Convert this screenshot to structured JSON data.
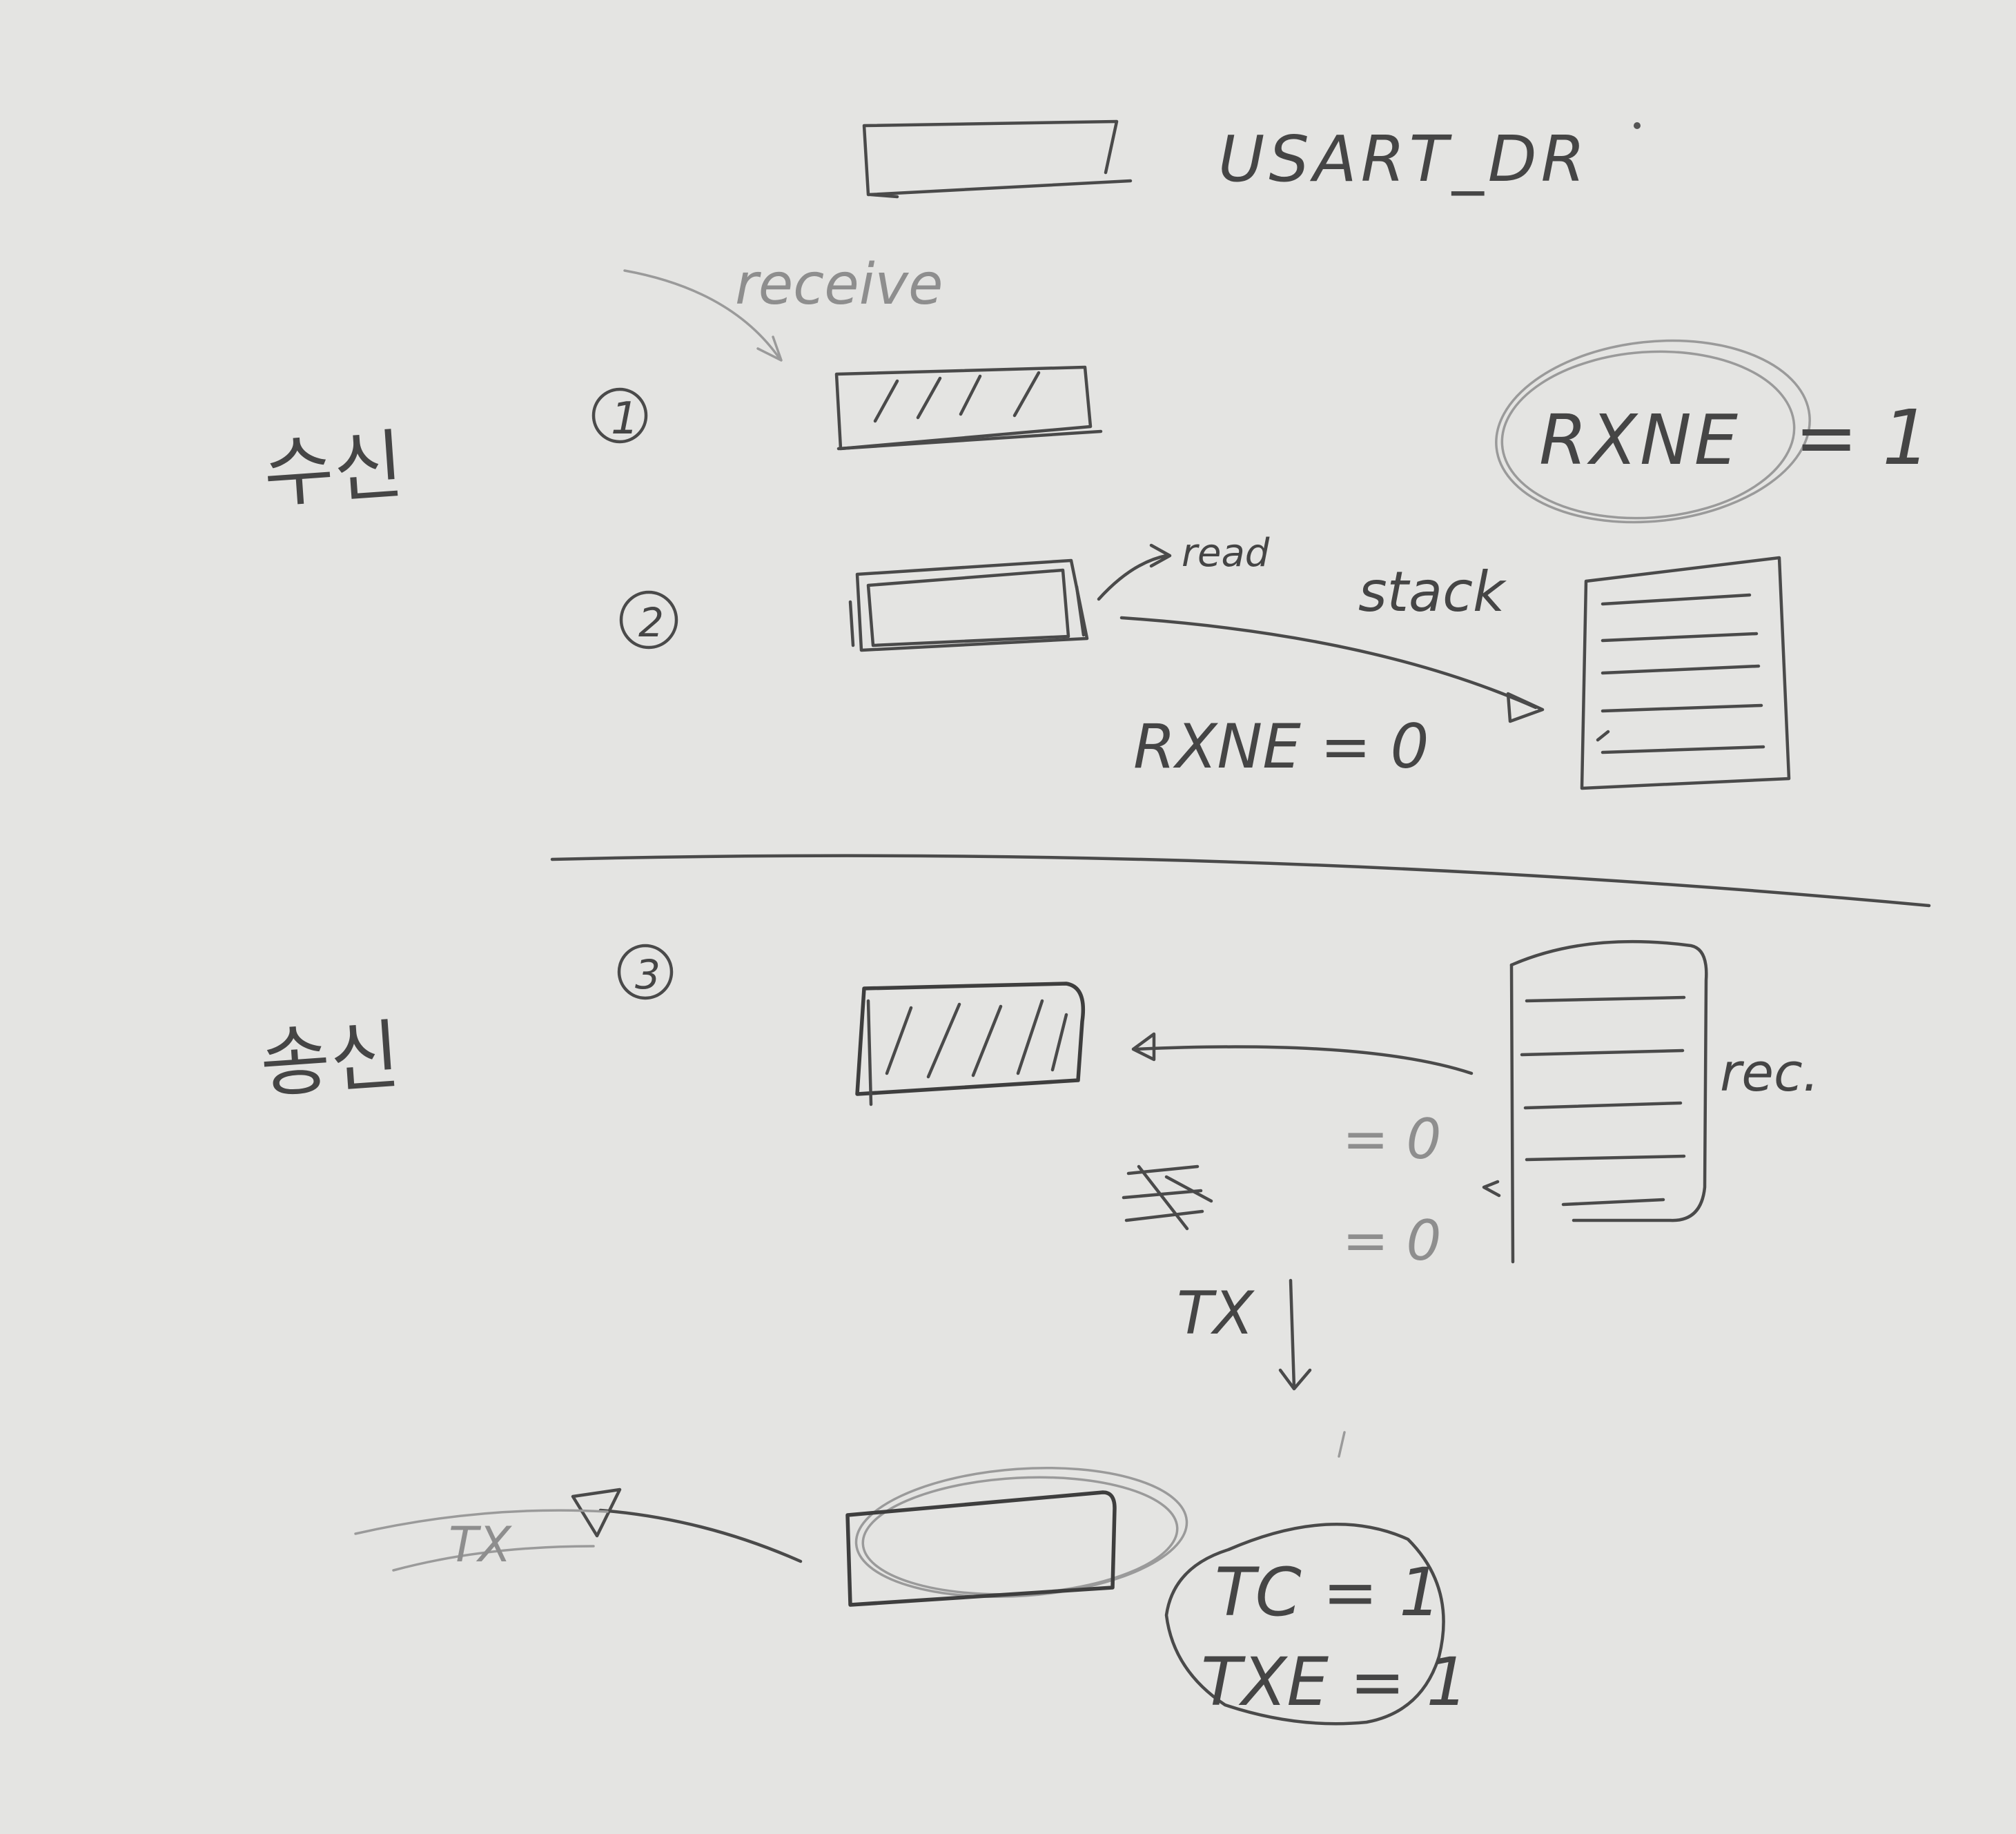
{
  "register_label": "USART_DR",
  "receive_label": "receive",
  "section_receive": {
    "label": "수신",
    "step1": {
      "number": "1",
      "flag": "RXNE",
      "flag_value": "= 1"
    },
    "step2": {
      "number": "2",
      "stack_label": "stack",
      "flag_text": "RXNE = 0",
      "arrow_label": "read"
    }
  },
  "section_send": {
    "label": "송신",
    "step3": {
      "number": "3",
      "rec_label": "rec.",
      "tc_value": "= 0",
      "txe_value": "= 0",
      "tx_arrow_label": "TX",
      "tx_out_label": "TX",
      "flags": [
        "TC = 1",
        "TXE = 1"
      ]
    }
  },
  "colors": {
    "paper": "#e4e4e2",
    "pencil": "#4a4a4a",
    "pencil_light": "#9a9a9a"
  }
}
